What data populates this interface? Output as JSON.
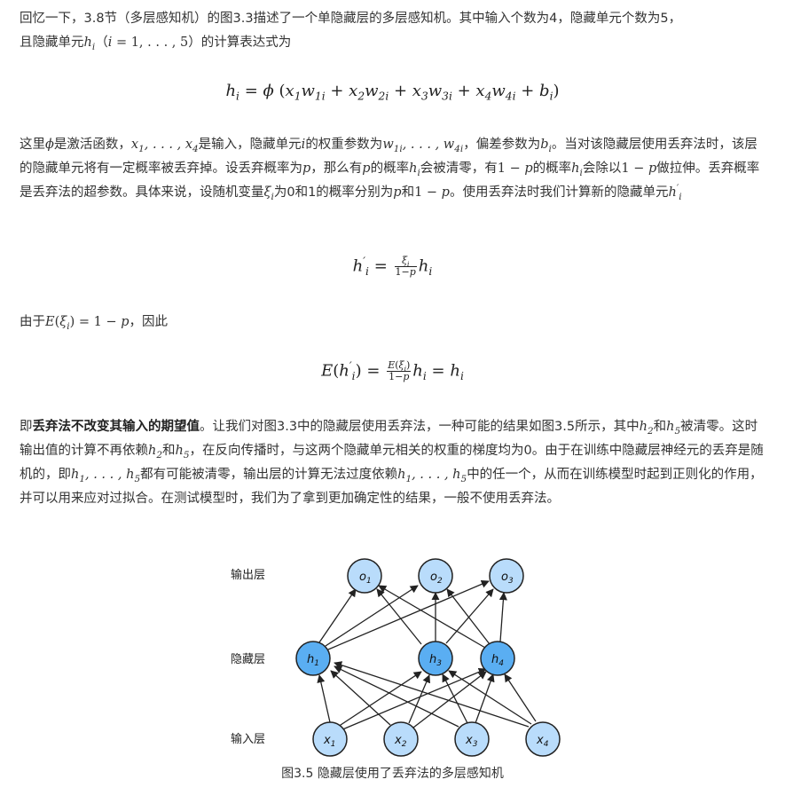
{
  "para1": {
    "line1": "回忆一下，3.8节（多层感知机）的图3.3描述了一个单隐藏层的多层感知机。其中输入个数为4，隐藏单元个数为5，",
    "line2_a": "且隐藏单元",
    "line2_b": "的计算表达式为"
  },
  "para2": {
    "t1": "这里",
    "t2": "是激活函数，",
    "t3": "是输入，隐藏单元",
    "t4": "的权重参数为",
    "t5": "，偏差参数为",
    "t6": "。当对该隐藏层使用丢弃法时，该层的隐藏单元将有一定概率被丢弃掉。设丢弃概率为",
    "t7": "，那么有",
    "t8": "的概率",
    "t9": "会被清零，有",
    "t10": "的概率",
    "t11": "会除以",
    "t12": "做拉伸。丢弃概率是丢弃法的超参数。具体来说，设随机变量",
    "t13": "为0和1的概率分别为",
    "t14": "和",
    "t15": "。使用丢弃法时我们计算新的隐藏单元"
  },
  "para3": {
    "t1": "由于",
    "t2": "，因此"
  },
  "para4": {
    "bold": "丢弃法不改变其输入的期望值",
    "t0": "即",
    "t1": "。让我们对图3.3中的隐藏层使用丢弃法，一种可能的结果如图3.5所示，其中",
    "t2": "和",
    "t3": "被清零。这时输出值的计算不再依赖",
    "t4": "和",
    "t5": "，在反向传播时，与这两个隐藏单元相关的权重的梯度均为0。由于在训练中隐藏层神经元的丢弃是随机的，即",
    "t6": "都有可能被清零，输出层的计算无法过度依赖",
    "t7": "中的任一个，从而在训练模型时起到正则化的作用，并可以用来应对过拟合。在测试模型时，我们为了拿到更加确定性的结果，一般不使用丢弃法。"
  },
  "figure": {
    "caption": "图3.5 隐藏层使用了丢弃法的多层感知机",
    "labels": {
      "output": "输出层",
      "hidden": "隐藏层",
      "input": "输入层"
    },
    "output_nodes": [
      "o1",
      "o2",
      "o3"
    ],
    "hidden_nodes": [
      "h1",
      "h3",
      "h4"
    ],
    "input_nodes": [
      "x1",
      "x2",
      "x3",
      "x4"
    ],
    "colors": {
      "light_node": "#b9dcfb",
      "dark_node": "#5aaef2",
      "stroke": "#222222"
    }
  }
}
